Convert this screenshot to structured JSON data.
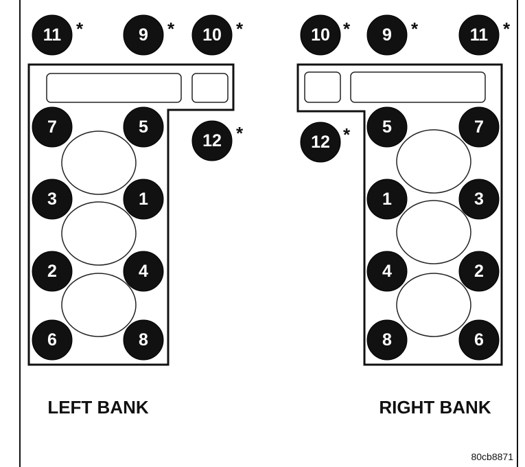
{
  "colors": {
    "ink": "#111111",
    "paper": "#ffffff"
  },
  "left_bank": {
    "label": "LEFT BANK",
    "bolts": [
      {
        "id": "11",
        "star": "*"
      },
      {
        "id": "9",
        "star": "*"
      },
      {
        "id": "10",
        "star": "*"
      },
      {
        "id": "12",
        "star": "*"
      },
      {
        "id": "7",
        "star": ""
      },
      {
        "id": "5",
        "star": ""
      },
      {
        "id": "3",
        "star": ""
      },
      {
        "id": "1",
        "star": ""
      },
      {
        "id": "2",
        "star": ""
      },
      {
        "id": "4",
        "star": ""
      },
      {
        "id": "6",
        "star": ""
      },
      {
        "id": "8",
        "star": ""
      }
    ]
  },
  "right_bank": {
    "label": "RIGHT BANK",
    "bolts": [
      {
        "id": "10",
        "star": "*"
      },
      {
        "id": "9",
        "star": "*"
      },
      {
        "id": "11",
        "star": "*"
      },
      {
        "id": "12",
        "star": "*"
      },
      {
        "id": "5",
        "star": ""
      },
      {
        "id": "7",
        "star": ""
      },
      {
        "id": "1",
        "star": ""
      },
      {
        "id": "3",
        "star": ""
      },
      {
        "id": "4",
        "star": ""
      },
      {
        "id": "2",
        "star": ""
      },
      {
        "id": "8",
        "star": ""
      },
      {
        "id": "6",
        "star": ""
      }
    ]
  },
  "reference_code": "80cb8871"
}
